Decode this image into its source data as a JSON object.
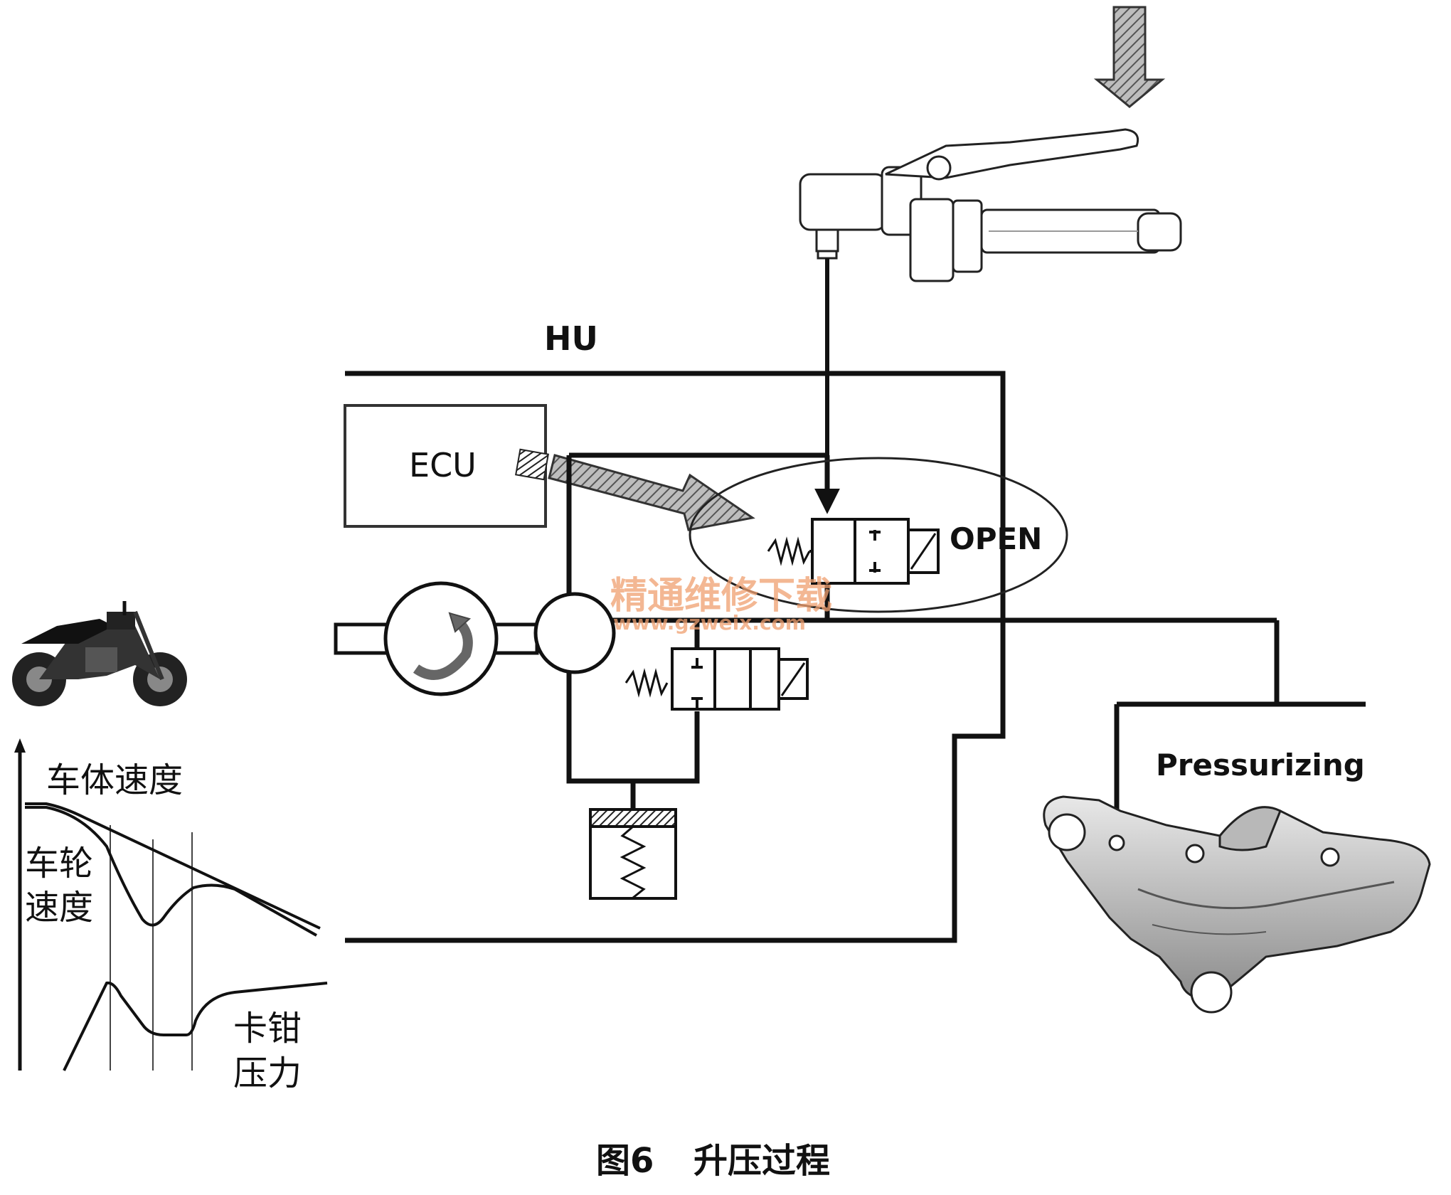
{
  "labels": {
    "hu": "HU",
    "ecu": "ECU",
    "open": "OPEN",
    "pressurizing": "Pressurizing"
  },
  "graph": {
    "body_speed": "车体速度",
    "wheel_speed_1": "车轮",
    "wheel_speed_2": "速度",
    "caliper_pressure_1": "卡钳",
    "caliper_pressure_2": "压力"
  },
  "watermark": {
    "cn": "精通维修下载",
    "url": "www.gzweix.com"
  },
  "caption": {
    "figure": "图6",
    "title": "升压过程"
  }
}
